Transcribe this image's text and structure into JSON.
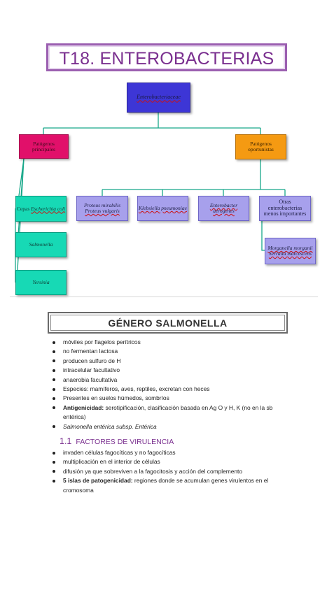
{
  "title": "T18. ENTEROBACTERIAS",
  "diagram": {
    "root": "Enterobacteriaceae",
    "main_pathogens": [
      "Patógenos",
      "principales"
    ],
    "opportunistic": [
      "Patógenos",
      "oportunistas"
    ],
    "cepas": {
      "prefix": "Cepas",
      "name": "Escherichia coli"
    },
    "salmonella": "Salmonella",
    "yersinia": "Yersinia",
    "proteus": [
      "Proteus mirabilis",
      "Proteus vulgaris"
    ],
    "klebsiella": "Klebsiella pneumoniae",
    "enterobacter": "Enterobacter aerogenes",
    "otras": [
      "Otras",
      "enterobacterias",
      "menos importantes"
    ],
    "morganella": [
      "Morganella morganii",
      "Serratia marcescens"
    ],
    "colors": {
      "root": "#3d36d6",
      "main": "#e1106a",
      "opportunistic": "#f59a12",
      "teal": "#17d9b5",
      "lavender": "#a7a0ec",
      "connector": "#18a88a"
    }
  },
  "section": {
    "title": "GÉNERO SALMONELLA"
  },
  "bullets": [
    {
      "text": "móviles por flagelos perítricos"
    },
    {
      "text": "no fermentan lactosa"
    },
    {
      "text": "producen sulfuro de H"
    },
    {
      "text": "intracelular facultativo"
    },
    {
      "text": "anaerobia facultativa"
    },
    {
      "text": "Especies: mamíferos, aves, reptiles, excretan con heces"
    },
    {
      "text": "Presentes en suelos húmedos, sombríos"
    },
    {
      "label": "Antigenicidad:",
      "text": " serotipificación, clasificación basada en Ag O y H, K (no en la sb entérica)"
    },
    {
      "italic": "Salmonella entérica subsp. Entérica"
    }
  ],
  "subsection": {
    "number": "1.1",
    "title": "FACTORES DE VIRULENCIA"
  },
  "virulence": [
    {
      "text": "invaden células fagocíticas y no fagocíticas"
    },
    {
      "text": "multiplicación en el interior de células"
    },
    {
      "text": "difusión ya que sobreviven a la fagocitosis y acción del complemento"
    },
    {
      "label": "5 islas de patogenicidad:",
      "text": " regiones donde se acumulan genes virulentos en el cromosoma"
    }
  ]
}
